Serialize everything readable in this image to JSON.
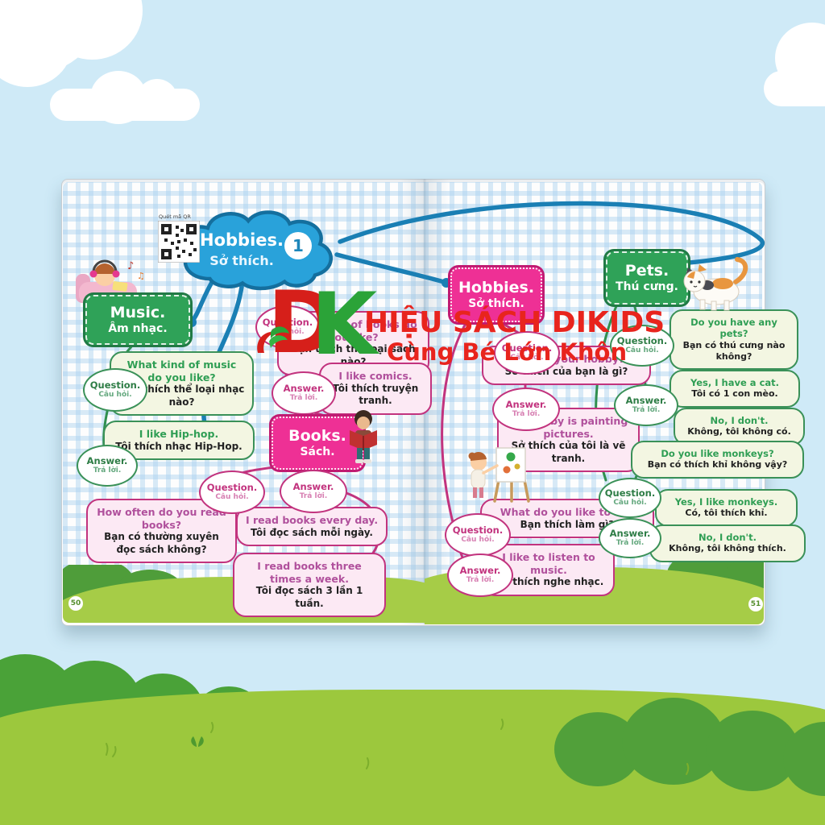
{
  "watermark": {
    "logo_d": "D",
    "logo_k": "K",
    "store_name": "HIỆU SÁCH DIKIDS",
    "store_slogan": "Cùng Bé Lớn Khôn"
  },
  "qa": {
    "question_en": "Question.",
    "question_vi": "Câu hỏi.",
    "answer_en": "Answer.",
    "answer_vi": "Trả lời."
  },
  "root": {
    "title": "Hobbies.",
    "subtitle": "Sở thích.",
    "lesson_number": "1",
    "qr_caption": "Quét mã QR"
  },
  "left_page": {
    "page_number": "50",
    "music": {
      "label_en": "Music.",
      "label_vi": "Âm nhạc.",
      "question_en": "What kind of music do you like?",
      "question_vi": "Bạn thích thể loại nhạc nào?",
      "answer_en": "I like Hip-hop.",
      "answer_vi": "Tôi thích nhạc Hip-Hop."
    },
    "books": {
      "label_en": "Books.",
      "label_vi": "Sách.",
      "q1_en": "What kind of books do you like?",
      "q1_vi": "Bạn thích thể loại sách nào?",
      "a1_en": "I like comics.",
      "a1_vi": "Tôi thích truyện tranh.",
      "q2_en": "How often do you read books?",
      "q2_vi": "Bạn có thường xuyên đọc sách không?",
      "a2_en": "I read books every day.",
      "a2_vi": "Tôi đọc sách mỗi ngày.",
      "a3_en": "I read books three times a week.",
      "a3_vi": "Tôi đọc sách 3 lần 1 tuần."
    }
  },
  "right_page": {
    "page_number": "51",
    "hobbies": {
      "label_en": "Hobbies.",
      "label_vi": "Sở thích.",
      "q1_en": "What is your hobby?",
      "q1_vi": "Sở thích của bạn là gì?",
      "a1_en": "My hobby is painting pictures.",
      "a1_vi": "Sở thích của tôi là vẽ tranh.",
      "q2_en": "What do you like to do?",
      "q2_vi": "Bạn thích làm gì?",
      "a2_en": "I like to listen to music.",
      "a2_vi": "Tôi thích nghe nhạc."
    },
    "pets": {
      "label_en": "Pets.",
      "label_vi": "Thú cưng.",
      "q1_en": "Do you have any pets?",
      "q1_vi": "Bạn có thú cưng nào không?",
      "a1_en": "Yes, I have a cat.",
      "a1_vi": "Tôi có 1 con mèo.",
      "a2_en": "No, I don't.",
      "a2_vi": "Không, tôi không có.",
      "q2_en": "Do you like monkeys?",
      "q2_vi": "Bạn có thích khỉ không vậy?",
      "a3_en": "Yes, I like monkeys.",
      "a3_vi": "Có, tôi thích khỉ.",
      "a4_en": "No, I don't.",
      "a4_vi": "Không, tôi không thích."
    }
  },
  "icons": {
    "music_notes": "♪ ♫"
  },
  "colors": {
    "sky": "#cfeaf7",
    "field_green": "#9cc83d",
    "bush_green": "#4aa238",
    "topic_blue": "#29a2da",
    "branch_green": "#2fa258",
    "branch_pink": "#ee3095",
    "watermark_red": "#e8241d",
    "watermark_green": "#2ba338"
  }
}
